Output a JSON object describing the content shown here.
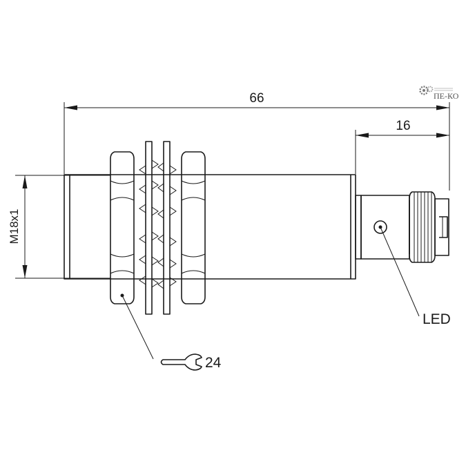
{
  "dimensions": {
    "overall_length": "66",
    "connector_length": "16",
    "thread": "M18x1",
    "wrench_size": "24"
  },
  "callouts": {
    "led": "LED"
  },
  "logo": {
    "text": "ПЕ-КО"
  }
}
